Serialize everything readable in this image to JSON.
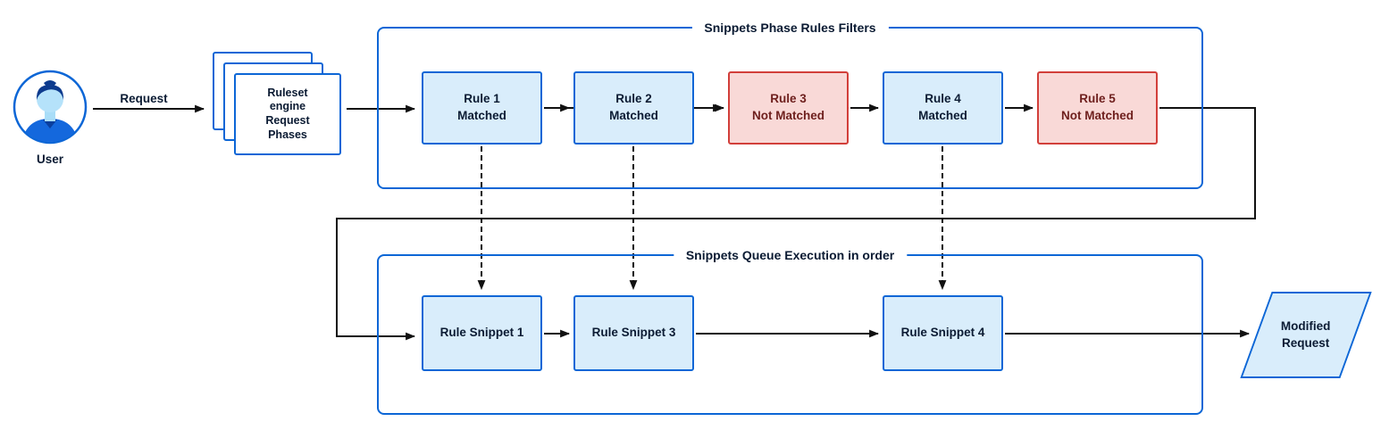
{
  "diagram": {
    "user": {
      "label": "User"
    },
    "request_label": "Request",
    "ruleset_stack": {
      "label": "Ruleset\nengine\nRequest\nPhases"
    },
    "filters_container": {
      "title": "Snippets Phase Rules Filters"
    },
    "rules": [
      {
        "label": "Rule 1\nMatched",
        "state": "matched"
      },
      {
        "label": "Rule 2\nMatched",
        "state": "matched"
      },
      {
        "label": "Rule 3\nNot Matched",
        "state": "not_matched"
      },
      {
        "label": "Rule 4\nMatched",
        "state": "matched"
      },
      {
        "label": "Rule 5\nNot Matched",
        "state": "not_matched"
      }
    ],
    "queue_container": {
      "title": "Snippets Queue Execution in order"
    },
    "snippets": [
      {
        "label": "Rule Snippet 1"
      },
      {
        "label": "Rule Snippet 3"
      },
      {
        "label": "Rule Snippet 4"
      }
    ],
    "output": {
      "label": "Modified\nRequest"
    },
    "colors": {
      "accent_blue": "#0c66d6",
      "light_blue_fill": "#d9edfb",
      "red_border": "#d23f3a",
      "red_fill": "#f9d9d7",
      "text_dark": "#0b1b33",
      "red_text": "#6e1f1d",
      "arrow_black": "#111111",
      "canvas_bg": "#ffffff"
    }
  }
}
